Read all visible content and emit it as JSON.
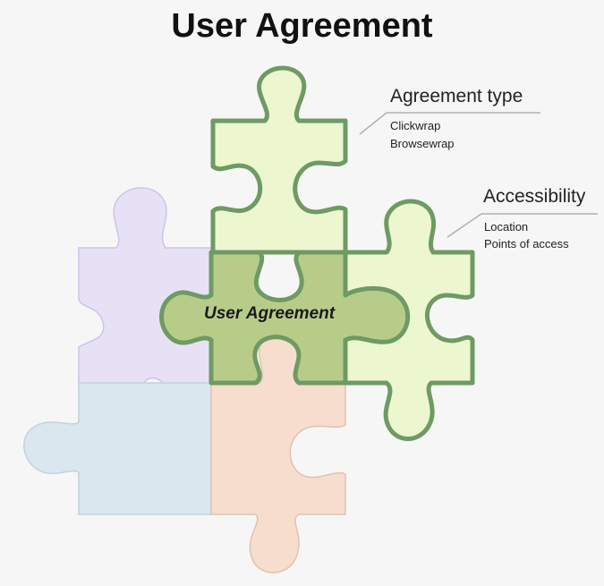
{
  "title": "User Agreement",
  "center_label": "User Agreement",
  "annotations": {
    "agreement_type": {
      "title": "Agreement type",
      "items": [
        "Clickwrap",
        "Browsewrap"
      ]
    },
    "accessibility": {
      "title": "Accessibility",
      "items": [
        "Location",
        "Points of access"
      ]
    }
  },
  "colors": {
    "background": "#f6f6f6",
    "purple_piece": "#e7e1f6",
    "blue_piece": "#d9e7ee",
    "peach_piece": "#f7ddcd",
    "green_light": "#ecf6cf",
    "green_center": "#b8cc8a",
    "green_outline": "#6e9a63"
  }
}
